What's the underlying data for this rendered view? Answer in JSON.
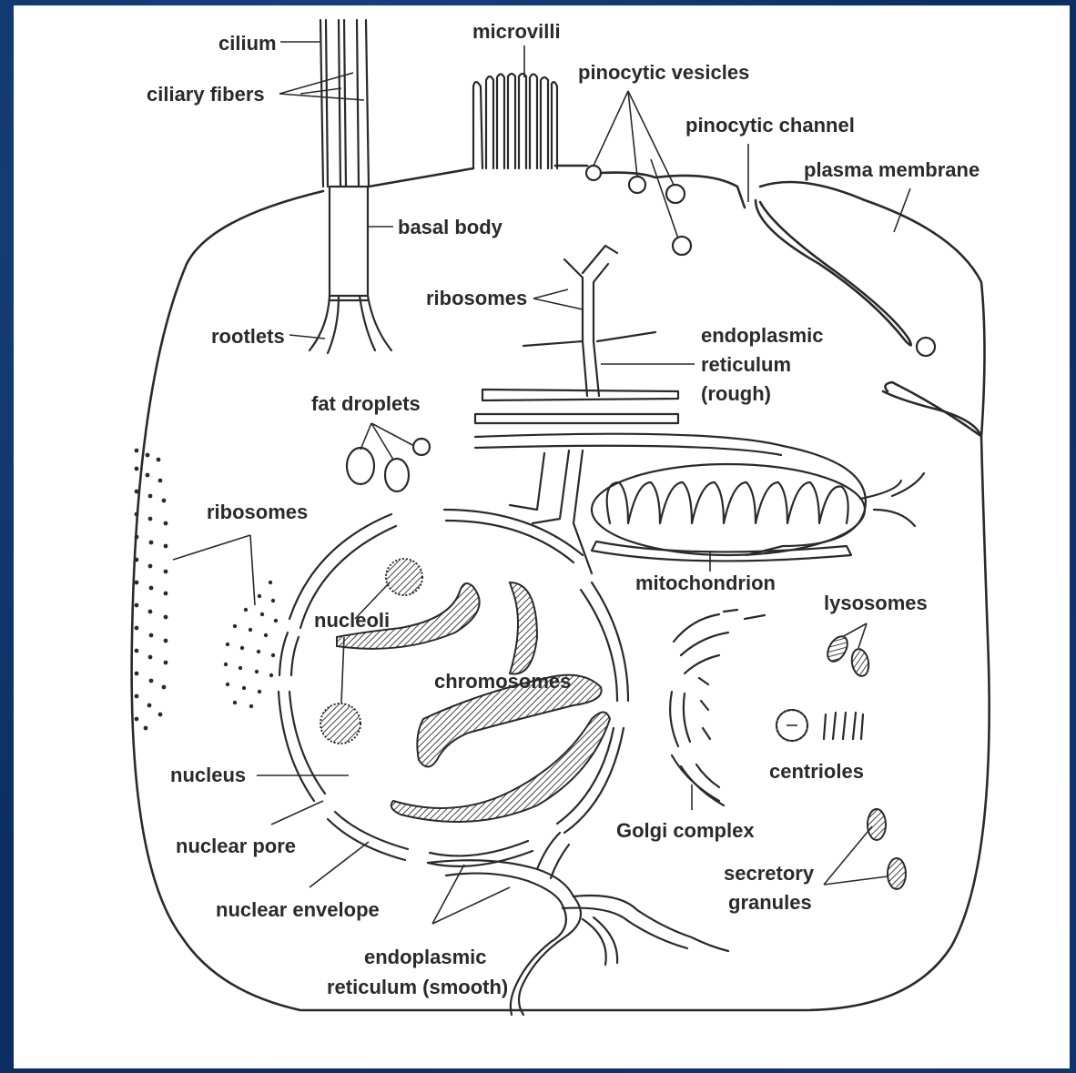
{
  "colors": {
    "background": "#0b2f63",
    "panel": "#ffffff",
    "ink": "#2a2a2a"
  },
  "labels": {
    "cilium": "cilium",
    "ciliary_fibers": "ciliary fibers",
    "microvilli": "microvilli",
    "pinocytic_vesicles": "pinocytic vesicles",
    "pinocytic_channel": "pinocytic channel",
    "plasma_membrane": "plasma membrane",
    "basal_body": "basal body",
    "ribosomes_top": "ribosomes",
    "rootlets": "rootlets",
    "er_rough_1": "endoplasmic",
    "er_rough_2": "reticulum",
    "er_rough_3": "(rough)",
    "fat_droplets": "fat droplets",
    "ribosomes_left": "ribosomes",
    "mitochondrion": "mitochondrion",
    "nucleoli": "nucleoli",
    "lysosomes": "lysosomes",
    "chromosomes": "chromosomes",
    "centrioles": "centrioles",
    "nucleus": "nucleus",
    "golgi": "Golgi complex",
    "nuclear_pore": "nuclear pore",
    "secretory_1": "secretory",
    "secretory_2": "granules",
    "nuclear_envelope": "nuclear envelope",
    "er_smooth_1": "endoplasmic",
    "er_smooth_2": "reticulum (smooth)"
  }
}
